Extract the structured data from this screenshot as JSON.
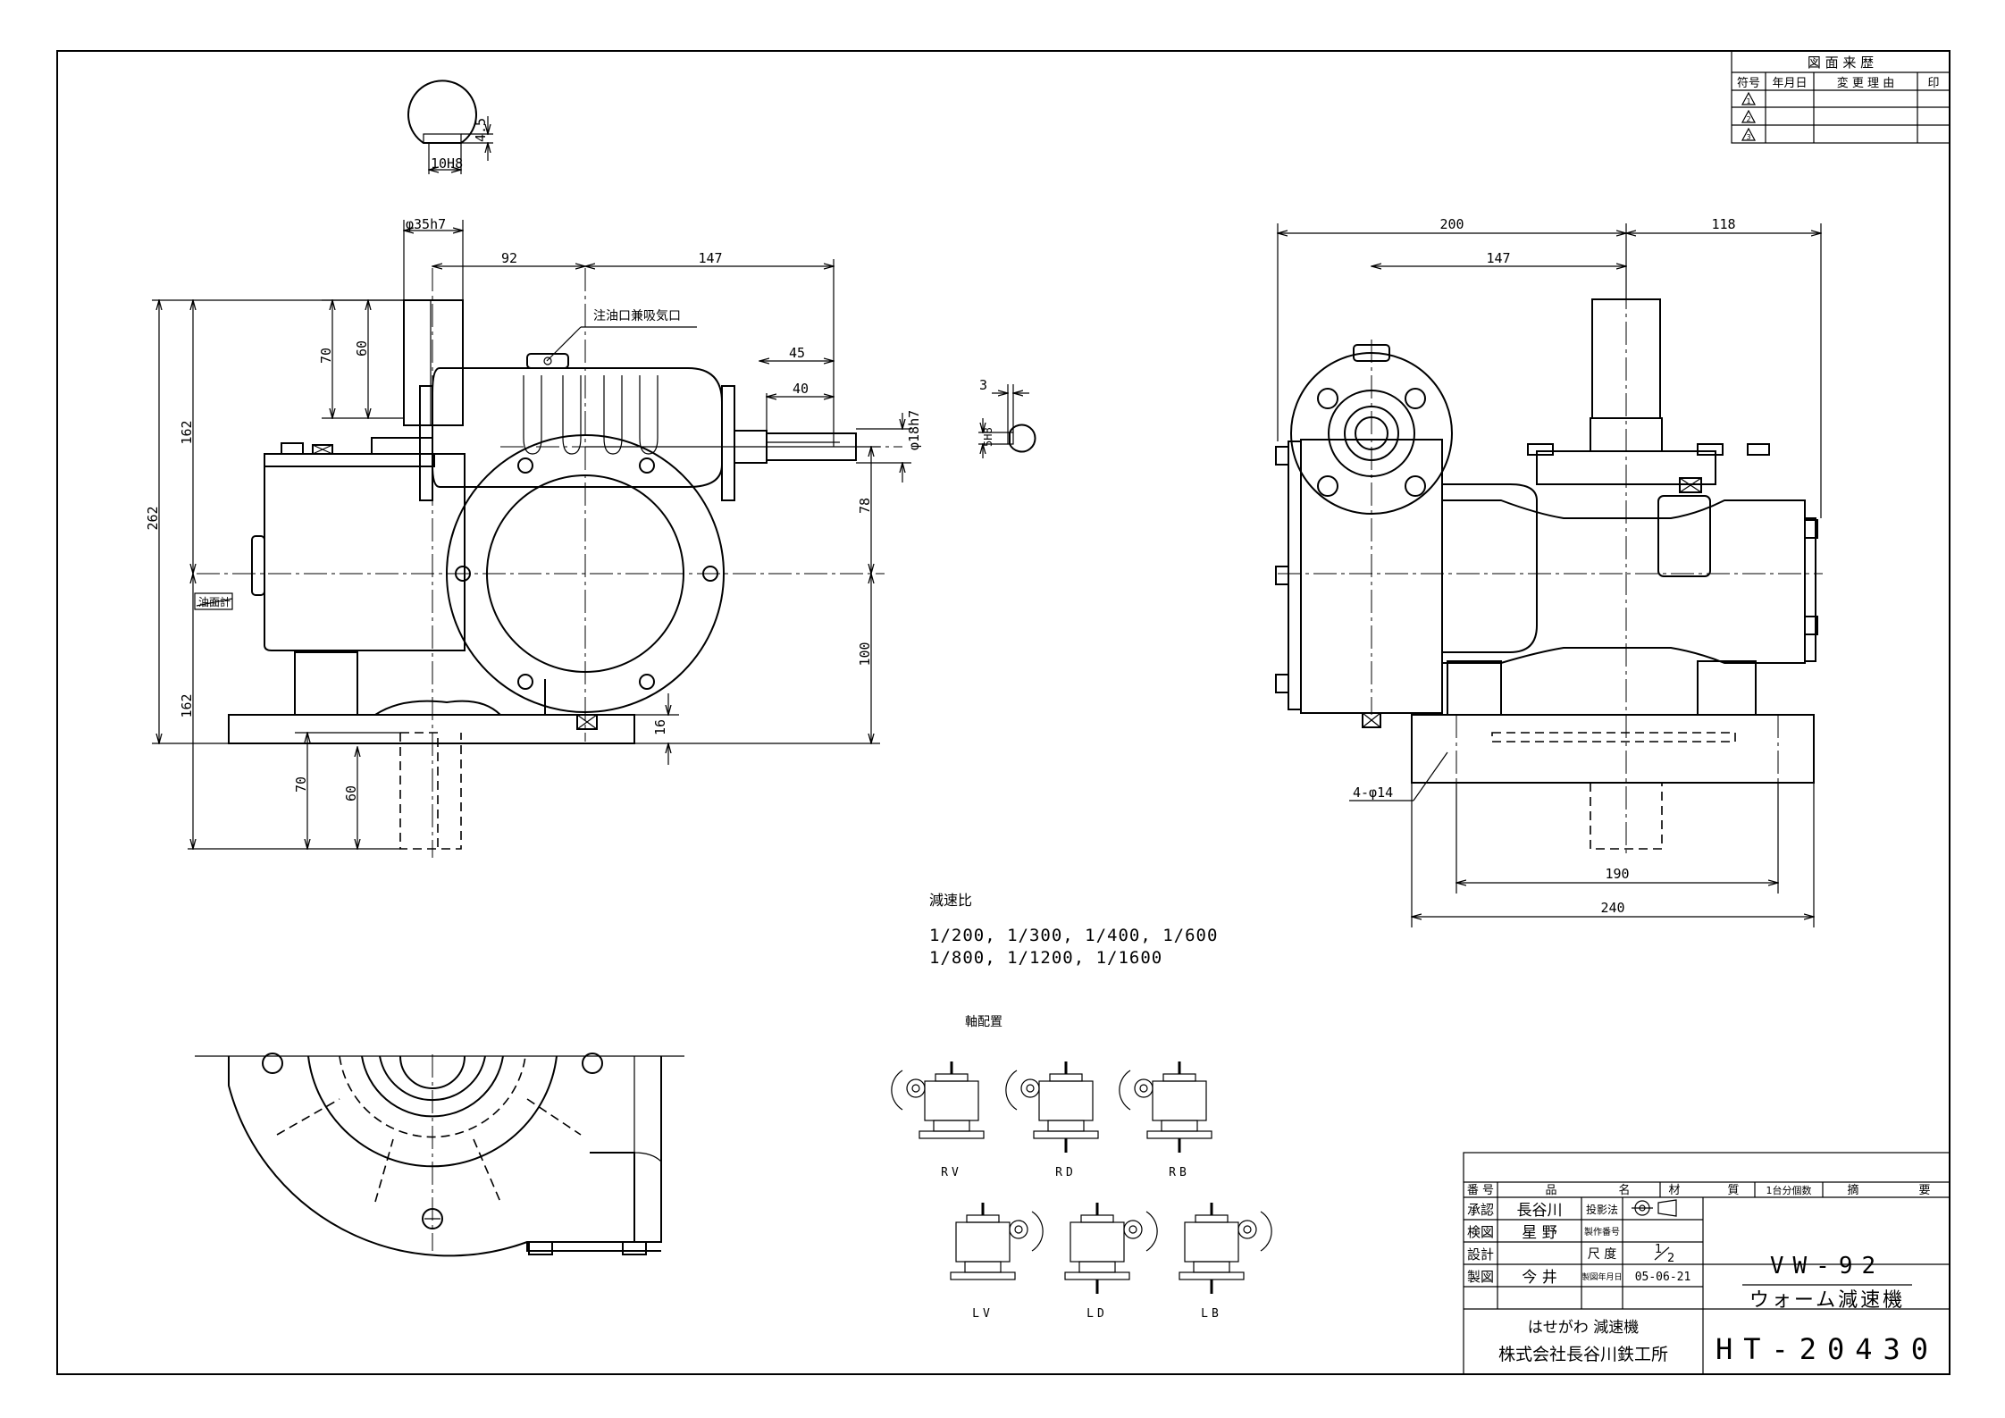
{
  "revision_table": {
    "title": "図 面 来 歴",
    "headers": [
      "符号",
      "年月日",
      "変 更 理 由",
      "印"
    ],
    "symbols": [
      "1",
      "2",
      "3"
    ]
  },
  "dimensions": {
    "key_width": "10H8",
    "key_depth": "4.5",
    "input_shaft_dia": "φ35h7",
    "d92": "92",
    "d147_top": "147",
    "oil_inlet": "注油口兼吸気口",
    "d45": "45",
    "d40": "40",
    "output_shaft_dia": "φ18h7",
    "d70_top": "70",
    "d60_top": "60",
    "d162_top": "162",
    "d262": "262",
    "d78": "78",
    "oil_gauge": "油面計",
    "d100": "100",
    "d16": "16",
    "d162_bot": "162",
    "d70_bot": "70",
    "d60_bot": "60",
    "small_key_w": "3",
    "small_key_h": "5H8",
    "d200": "200",
    "d118": "118",
    "d147_right": "147",
    "holes": "4-φ14",
    "d190": "190",
    "d240": "240"
  },
  "reduction": {
    "label": "減速比",
    "line1": "1/200, 1/300, 1/400, 1/600",
    "line2": "1/800, 1/1200, 1/1600"
  },
  "arrangement": {
    "title": "軸配置",
    "items": [
      "RV",
      "RD",
      "RB",
      "LV",
      "LD",
      "LB"
    ]
  },
  "title_block": {
    "col_no": "番 号",
    "col_name": "品",
    "col_name2": "名",
    "col_material": "材",
    "col_material2": "質",
    "col_qty": "1台分個数",
    "col_remark": "摘",
    "col_remark2": "要",
    "approve_label": "承認",
    "approve_name": "長谷川",
    "check_label": "検図",
    "check_name": "星 野",
    "design_label": "設計",
    "draw_label": "製図",
    "draw_name": "今 井",
    "projection_label": "投影法",
    "mfg_no_label": "製作番号",
    "scale_label": "尺 度",
    "scale_num": "1",
    "scale_den": "2",
    "date_label": "製図年月日",
    "date_value": "05-06-21",
    "model": "VW-92",
    "product": "ウォーム減速機",
    "brand": "はせがわ 減速機",
    "company": "株式会社長谷川鉄工所",
    "drawing_no": "HT-20430"
  }
}
